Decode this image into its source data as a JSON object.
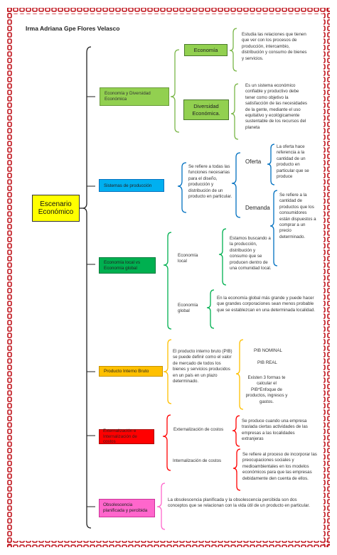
{
  "author": "Irma Adriana Gpe Flores Velasco",
  "root": {
    "label_line1": "Escenario",
    "label_line2": "Económico"
  },
  "branch1": {
    "label": "Economía y Diversidad Económica",
    "sub1": {
      "label": "Economía",
      "desc": "Estudia las relaciones que tienen que ver con los procesos de producción, intercambio, distribución y consumo de bienes y servicios."
    },
    "sub2": {
      "label_line1": "Diversidad",
      "label_line2": "Económica.",
      "desc": "Es un sistema económico confiable y productivo debe tener como objetivo la satisfacción de las necesidades de la gente, mediante el uso equitativo y ecológicamente sustentable de los recursos del planeta"
    }
  },
  "branch2": {
    "label": "Sistemas de producción",
    "desc": "Se refiere a todas las funciones necesarias para el diseño, producción y distribución de un producto en particular.",
    "sub1": {
      "label": "Oferta",
      "desc": "La oferta hace referencia a la cantidad de un producto en particular que se produce"
    },
    "sub2": {
      "label": "Demanda",
      "desc": "Se refiere a la cantidad de productos que los consumidores están dispuestos a comprar a un precio determinado."
    }
  },
  "branch3": {
    "label": "Economía local vs Economía global",
    "sub1": {
      "label_line1": "Economía",
      "label_line2": "local",
      "desc": "Estamos buscando a la producción, distribución y consumo que se producen dentro de una comunidad local."
    },
    "sub2": {
      "label_line1": "Economía",
      "label_line2": "global",
      "desc": "En la economía global más grande y puede hacer que grandes corporaciones sean menos probable que se establezcan en una determinada localidad."
    }
  },
  "branch4": {
    "label": "Producto Interno Bruto",
    "desc": "El producto interno bruto (PIB) se puede definir como el valor de mercado de todos los bienes y servicios producidos en un país en un plazo determinado.",
    "item1": "PIB NOMINAL",
    "item2": "PIB REAL",
    "item3": "Existen 3 formas te calcular el PIB*Enfoque de productos, ingresos y gastos."
  },
  "branch5": {
    "label": "Externalización e Internalización de costos",
    "sub1": {
      "label": "Externalización de costos",
      "desc": "Se produce cuando una empresa traslada ciertas actividades de las empresas a las localidades extranjeras"
    },
    "sub2": {
      "label": "Internalización de costos",
      "desc": "Se refiere al proceso de incorporar las preocupaciones sociales y medioambientales en los modelos económicos para que las empresas debidamente den cuenta de ellos."
    }
  },
  "branch6": {
    "label": "Obsolescencia planificada y percibida",
    "desc": "La obsolescencia planificada y la obsolescencia percibida son dos conceptos que se relacionan con la vida útil de un producto en particular."
  },
  "colors": {
    "frame": "#c0141c",
    "root_fill": "#ffff00",
    "b1_fill": "#92d050",
    "b1_line": "#7ab648",
    "b2_fill": "#00b0f0",
    "b2_line": "#0070c0",
    "b3_fill": "#00b050",
    "b3_line": "#00b050",
    "b4_fill": "#ffc000",
    "b4_line": "#ffc000",
    "b5_fill": "#ff0000",
    "b5_line": "#ff0000",
    "b6_fill": "#ff66cc",
    "b6_line": "#ff66cc"
  }
}
